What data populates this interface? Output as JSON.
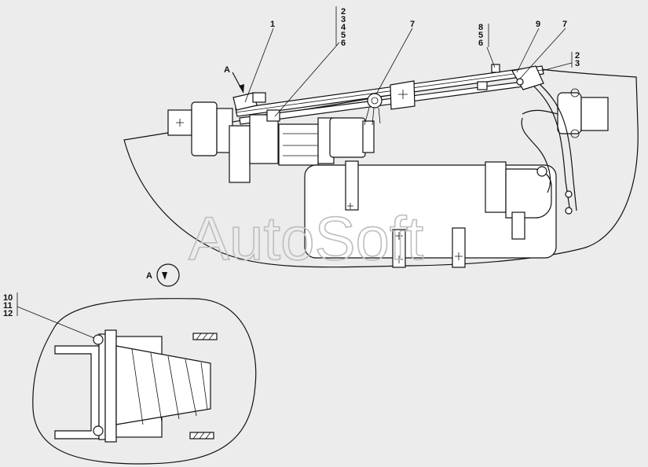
{
  "view_mark": "A",
  "callouts": {
    "c1": "1",
    "c7a": "7",
    "c9": "9",
    "c7b": "7",
    "stack_23456": [
      "2",
      "3",
      "4",
      "5",
      "6"
    ],
    "stack_856": [
      "8",
      "5",
      "6"
    ],
    "stack_23": [
      "2",
      "3"
    ],
    "stack_101112": [
      "10",
      "11",
      "12"
    ]
  },
  "watermark": "AutoSoft"
}
